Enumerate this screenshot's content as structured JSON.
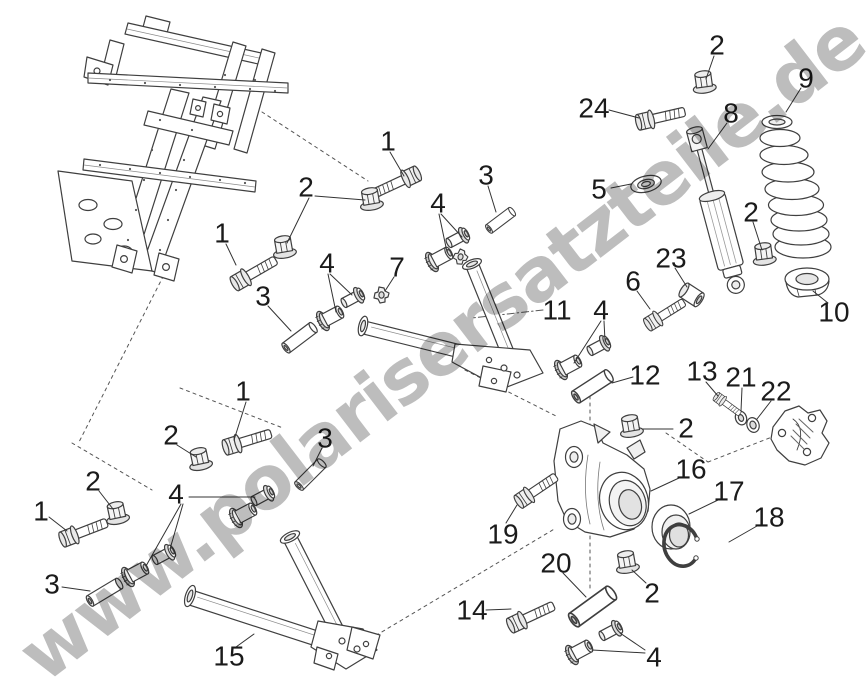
{
  "watermark": {
    "text": "www.polarisersatzteile.de",
    "color": "#bdbdbd"
  },
  "colors": {
    "background": "#ffffff",
    "line_art": "#3f3f3f",
    "callout_text": "#1b1b1b"
  },
  "diagram": {
    "type": "exploded-parts-diagram",
    "callouts": [
      "1",
      "2",
      "1",
      "3",
      "4",
      "7",
      "3",
      "4",
      "24",
      "2",
      "8",
      "9",
      "5",
      "2",
      "23",
      "6",
      "10",
      "11",
      "4",
      "12",
      "13",
      "21",
      "22",
      "2",
      "16",
      "17",
      "18",
      "19",
      "2",
      "20",
      "14",
      "4",
      "1",
      "2",
      "3",
      "1",
      "2",
      "4",
      "3",
      "15"
    ]
  }
}
